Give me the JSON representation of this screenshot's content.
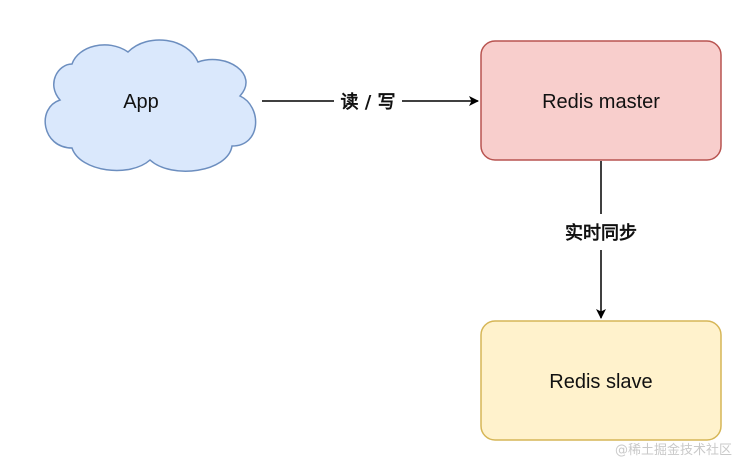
{
  "nodes": {
    "app": {
      "label": "App",
      "fill": "#dae8fc",
      "stroke": "#6c8ebf"
    },
    "master": {
      "label": "Redis master",
      "fill": "#f8cecc",
      "stroke": "#b85450"
    },
    "slave": {
      "label": "Redis slave",
      "fill": "#fff2cc",
      "stroke": "#d6b656"
    }
  },
  "edges": {
    "app_to_master": {
      "label": "读 / 写"
    },
    "master_to_slave": {
      "label": "实时同步"
    }
  },
  "watermark": "@稀土掘金技术社区"
}
